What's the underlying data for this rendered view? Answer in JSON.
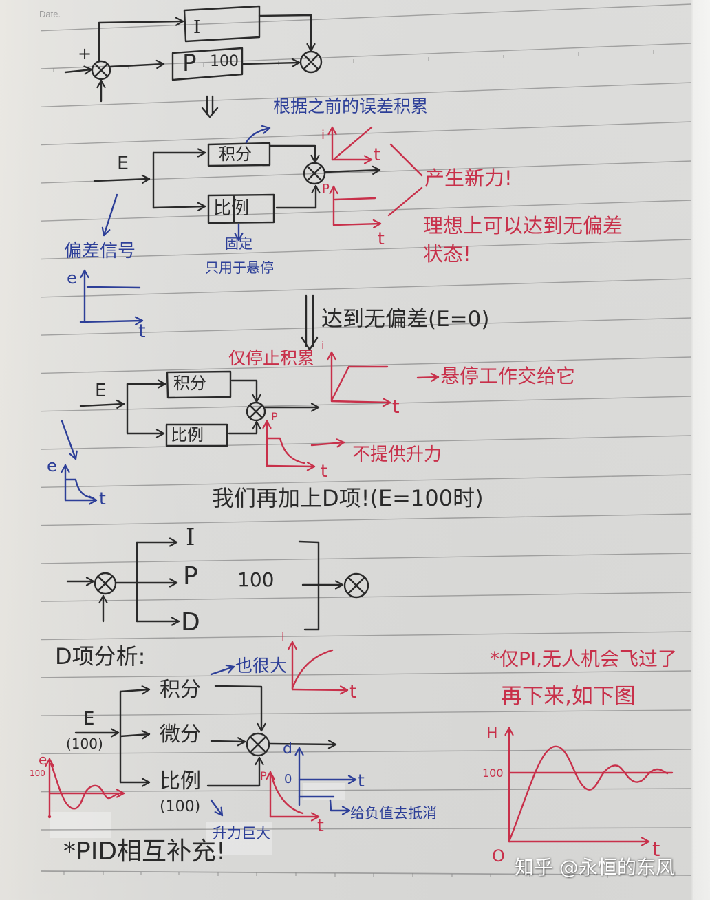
{
  "page": {
    "date_label": "Date.",
    "watermark": "知乎 @永恒的东风"
  },
  "colors": {
    "paper": "#dcdcd9",
    "ruled_line": "#8c8c8c",
    "ink_black": "#2a2a2a",
    "ink_blue": "#2d3f98",
    "ink_red": "#c8304a"
  },
  "block1": {
    "summing_sign": "+",
    "i_box_label": "I",
    "p_box_label": "P",
    "p_box_value": "100"
  },
  "block2": {
    "input_label": "E",
    "integral_box": "积分",
    "proportional_box": "比例",
    "integral_note": "根据之前的误差积累",
    "i_graph": {
      "y_label": "i",
      "x_label": "t"
    },
    "p_graph": {
      "y_label": "P",
      "x_label": "t"
    },
    "result_note": "产生新力!",
    "ideal_note": [
      "理想上可以达到无偏差",
      "状态!"
    ],
    "error_signal_label": "偏差信号",
    "e_graph": {
      "y_label": "e",
      "x_label": "t"
    },
    "proportional_note": [
      "固定",
      "只用于悬停"
    ]
  },
  "transition": {
    "label": "达到无偏差(E=0)"
  },
  "block3": {
    "input_label": "E",
    "integral_box": "积分",
    "proportional_box": "比例",
    "integral_note": "仅停止积累",
    "i_graph": {
      "y_label": "i",
      "x_label": "t"
    },
    "i_note": "悬停工作交给它",
    "p_graph": {
      "y_label": "P",
      "x_label": "t"
    },
    "p_note": "不提供升力",
    "e_graph": {
      "y_label": "e",
      "x_label": "t"
    }
  },
  "block4": {
    "heading": "我们再加上D项!(E=100时)",
    "branches": [
      "I",
      "P",
      "D"
    ],
    "gain_value": "100"
  },
  "block5": {
    "heading": "D项分析:",
    "input_label": "E",
    "input_value": "(100)",
    "branches": [
      {
        "label": "积分"
      },
      {
        "label": "微分"
      },
      {
        "label": "比例",
        "value": "(100)"
      }
    ],
    "integral_note": "也很大",
    "proportional_note": "升力巨大",
    "i_graph": {
      "y_label": "i",
      "x_label": "t"
    },
    "d_graph": {
      "y_label": "d",
      "zero_label": "0",
      "x_label": "t",
      "note": "给负值去抵消"
    },
    "p_graph": {
      "y_label": "P",
      "x_label": "t"
    },
    "e_graph": {
      "y_label": "e",
      "y_tick": "100"
    },
    "summary": "*PID相互补充!"
  },
  "pi_only_note": {
    "lines": [
      "*仅PI,无人机会飞过了",
      "再下来,如下图"
    ],
    "h_graph": {
      "y_label": "H",
      "y_tick": "100",
      "x_label": "t",
      "origin_label": "O"
    }
  }
}
